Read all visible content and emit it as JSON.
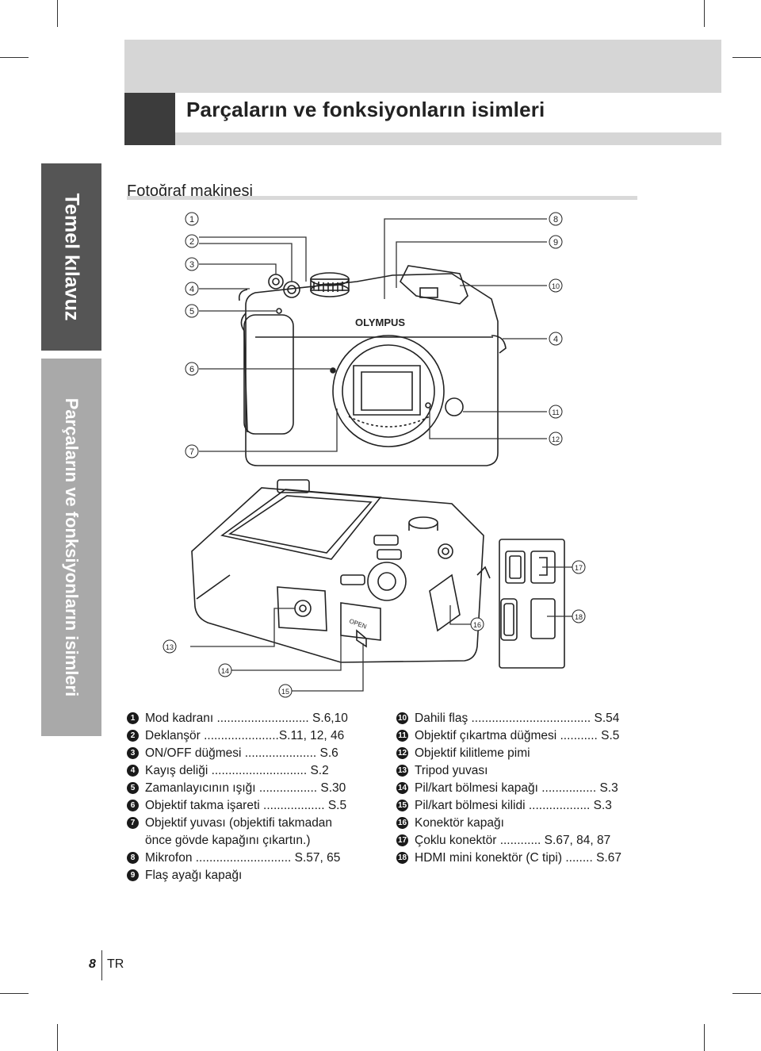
{
  "page_title": "Parçaların ve fonksiyonların isimleri",
  "side_tabs": {
    "primary": "Temel kılavuz",
    "secondary": "Parçaların ve fonksiyonların isimleri"
  },
  "section_heading": "Fotoğraf makinesi",
  "brand_on_body": "OLYMPUS",
  "port_door_label": "OPEN",
  "callouts": [
    "1",
    "2",
    "3",
    "4",
    "5",
    "6",
    "7",
    "8",
    "9",
    "10",
    "4",
    "11",
    "12",
    "13",
    "14",
    "15",
    "16",
    "17",
    "18"
  ],
  "legend_left": [
    {
      "num": "1",
      "text": "Mod kadranı ........................... S.6,10"
    },
    {
      "num": "2",
      "text": "Deklanşör ......................S.11, 12, 46"
    },
    {
      "num": "3",
      "text": "ON/OFF düğmesi ..................... S.6"
    },
    {
      "num": "4",
      "text": "Kayış deliği ............................ S.2"
    },
    {
      "num": "5",
      "text": "Zamanlayıcının ışığı ................. S.30"
    },
    {
      "num": "6",
      "text": "Objektif takma işareti .................. S.5"
    },
    {
      "num": "7",
      "text": "Objektif yuvası (objektifi takmadan",
      "cont": "önce gövde kapağını çıkartın.)"
    },
    {
      "num": "8",
      "text": "Mikrofon ............................ S.57, 65"
    },
    {
      "num": "9",
      "text": "Flaş ayağı kapağı"
    }
  ],
  "legend_right": [
    {
      "num": "10",
      "text": "Dahili flaş ................................... S.54"
    },
    {
      "num": "11",
      "text": "Objektif çıkartma düğmesi ........... S.5"
    },
    {
      "num": "12",
      "text": "Objektif kilitleme pimi"
    },
    {
      "num": "13",
      "text": "Tripod yuvası"
    },
    {
      "num": "14",
      "text": "Pil/kart bölmesi kapağı ................ S.3"
    },
    {
      "num": "15",
      "text": "Pil/kart bölmesi kilidi .................. S.3"
    },
    {
      "num": "16",
      "text": "Konektör kapağı"
    },
    {
      "num": "17",
      "text": "Çoklu konektör ............ S.67, 84, 87"
    },
    {
      "num": "18",
      "text": "HDMI mini konektör (C tipi) ........ S.67"
    }
  ],
  "footer": {
    "page_number": "8",
    "language": "TR"
  }
}
